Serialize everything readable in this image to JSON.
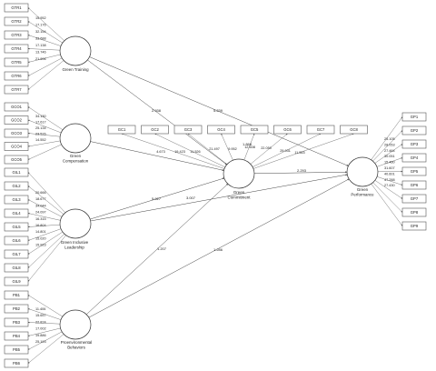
{
  "constructs": [
    {
      "id": "gt",
      "label": [
        "Green Training"
      ]
    },
    {
      "id": "gco",
      "label": [
        "Green",
        "Compensation"
      ]
    },
    {
      "id": "gil",
      "label": [
        "Green Inclusive",
        "Leadership"
      ]
    },
    {
      "id": "pb",
      "label": [
        "Proenvironmental",
        "Behaviors"
      ]
    },
    {
      "id": "gc",
      "label": [
        "Green",
        "Commitment"
      ]
    },
    {
      "id": "gp",
      "label": [
        "Green",
        "Performance"
      ]
    }
  ],
  "indicator_groups": [
    {
      "construct": "gt",
      "side": "left",
      "items": [
        "GTR1",
        "GTR2",
        "GTR3",
        "GTR4",
        "GTR5",
        "GTR6",
        "GTR7"
      ],
      "loadings": [
        "",
        "15.952",
        "17.176",
        "32.154",
        "33.688",
        "17.138",
        "13.746",
        "21.906"
      ]
    },
    {
      "construct": "gco",
      "side": "left",
      "items": [
        "GCO1",
        "GCO2",
        "GCO3",
        "GCO4",
        "GCO5"
      ],
      "loadings": [
        "34.130",
        "17.617",
        "25.134",
        "23.526",
        "14.552"
      ]
    },
    {
      "construct": "gil",
      "side": "left",
      "items": [
        "GIL1",
        "GIL2",
        "GIL3",
        "GIL4",
        "GIL5",
        "GIL6",
        "GIL7",
        "GIL8",
        "GIL9"
      ],
      "loadings": [
        "20.666",
        "18.677",
        "34.044",
        "24.097",
        "16.315",
        "16.804",
        "14.801",
        "15.020",
        "15.923"
      ]
    },
    {
      "construct": "pb",
      "side": "left",
      "items": [
        "PB1",
        "PB2",
        "PB3",
        "PB4",
        "PB5",
        "PB6"
      ],
      "loadings": [
        "11.406",
        "15.657",
        "22.824",
        "17.002",
        "19.886",
        "25.193"
      ]
    },
    {
      "construct": "gc",
      "side": "top",
      "items": [
        "GC1",
        "GC2",
        "GC3",
        "GC4",
        "GC5",
        "GC6",
        "GC7",
        "GC8"
      ],
      "loadings": [
        "4.673",
        "19.423",
        "11.526",
        "21.497",
        "9.952",
        "12.608",
        "22.050",
        "29.931",
        "11.553"
      ]
    },
    {
      "construct": "gp",
      "side": "right",
      "items": [
        "GP1",
        "GP2",
        "GP3",
        "GP4",
        "GP5",
        "GP6",
        "GP7",
        "GP8",
        "GP9"
      ],
      "loadings": [
        "25.105",
        "28.053",
        "27.464",
        "30.051",
        "15.460",
        "31.607",
        "40.601",
        "47.288",
        "27.430"
      ]
    }
  ],
  "paths": [
    {
      "from": "gt",
      "to": "gc",
      "coef": "2.938"
    },
    {
      "from": "gt",
      "to": "gp",
      "coef": "5.239"
    },
    {
      "from": "gil",
      "to": "gc",
      "coef": "5.927"
    },
    {
      "from": "gil",
      "to": "gp",
      "coef": "3.007"
    },
    {
      "from": "pb",
      "to": "gc",
      "coef": "1.207"
    },
    {
      "from": "pb",
      "to": "gp",
      "coef": "1.286"
    },
    {
      "from": "gc",
      "to": "gp",
      "coef": "2.293"
    },
    {
      "from": "gco",
      "to": "gc",
      "coef": "1.868"
    }
  ]
}
